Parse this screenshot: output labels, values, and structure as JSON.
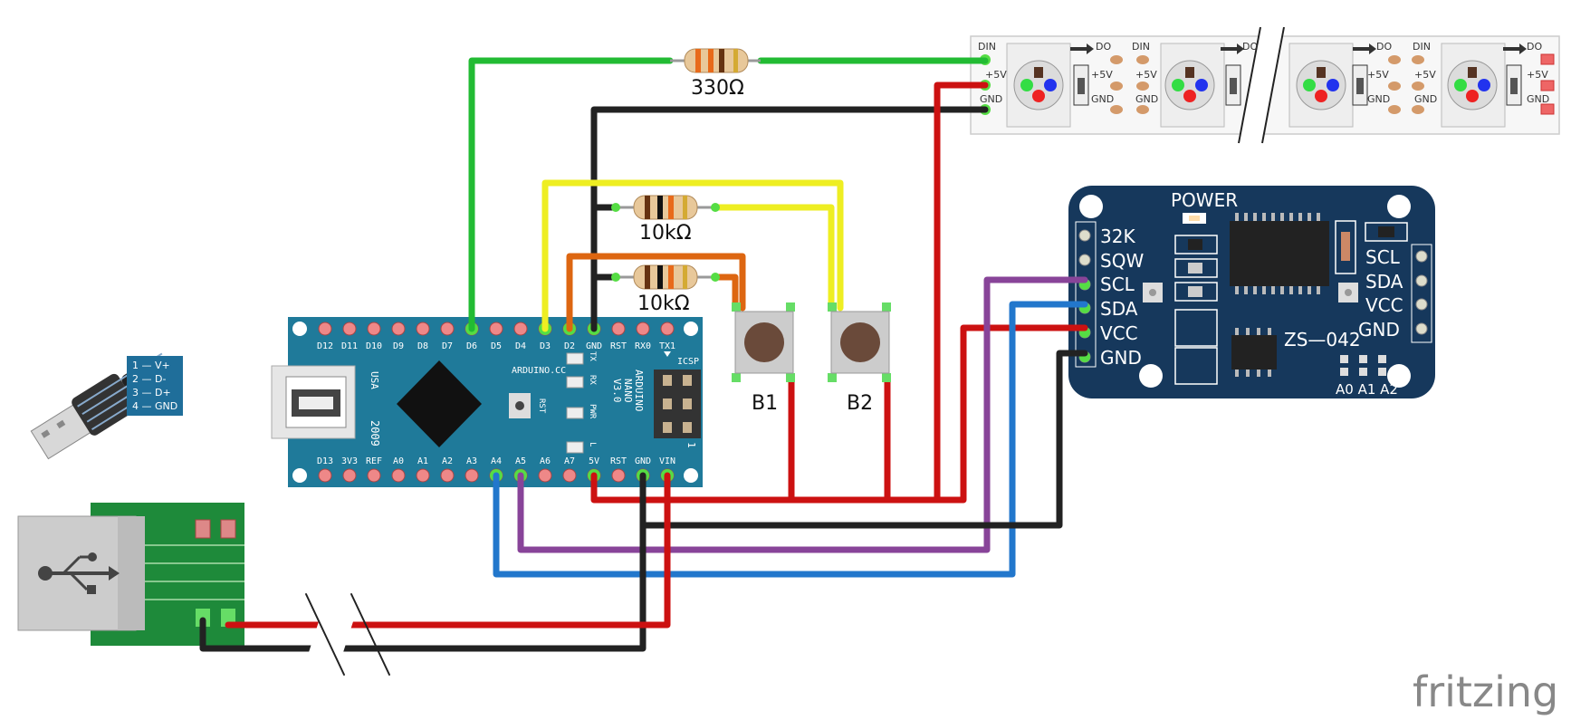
{
  "resistors": {
    "r330": "330Ω",
    "r10k_1": "10kΩ",
    "r10k_2": "10kΩ"
  },
  "buttons": {
    "b1": "B1",
    "b2": "B2"
  },
  "arduino": {
    "top_pins": [
      "D12",
      "D11",
      "D10",
      "D9",
      "D8",
      "D7",
      "D6",
      "D5",
      "D4",
      "D3",
      "D2",
      "GND",
      "RST",
      "RX0",
      "TX1"
    ],
    "bottom_pins": [
      "D13",
      "3V3",
      "REF",
      "A0",
      "A1",
      "A2",
      "A3",
      "A4",
      "A5",
      "A6",
      "A7",
      "5V",
      "RST",
      "GND",
      "VIN"
    ],
    "brand": "ARDUINO.CC",
    "model_l1": "ARDUINO",
    "model_l2": "NANO",
    "model_l3": "V3.0",
    "usa": "USA",
    "year": "2009",
    "leds": [
      "TX",
      "RX",
      "PWR",
      "L"
    ],
    "rst": "RST",
    "icsp": "ICSP",
    "icsp_num": "1"
  },
  "led_strip": {
    "din": "DIN",
    "do": "DO",
    "v5": "+5V",
    "gnd": "GND"
  },
  "rtc": {
    "power": "POWER",
    "left_pins": [
      "32K",
      "SQW",
      "SCL",
      "SDA",
      "VCC",
      "GND"
    ],
    "right_pins": [
      "SCL",
      "SDA",
      "VCC",
      "GND"
    ],
    "model": "ZS—042",
    "addr": "A0 A1 A2"
  },
  "usb_plug": {
    "pins": [
      "1 — V+",
      "2 — D-",
      "3 — D+",
      "4 — GND"
    ]
  },
  "logo": "fritzing",
  "colors": {
    "green_wire": "#22bb33",
    "black_wire": "#222222",
    "yellow_wire": "#eeee22",
    "orange_wire": "#dd6611",
    "red_wire": "#cc1111",
    "purple_wire": "#884499",
    "blue_wire": "#2277cc",
    "board_blue": "#1f7a9a",
    "rtc_navy": "#16385c"
  }
}
